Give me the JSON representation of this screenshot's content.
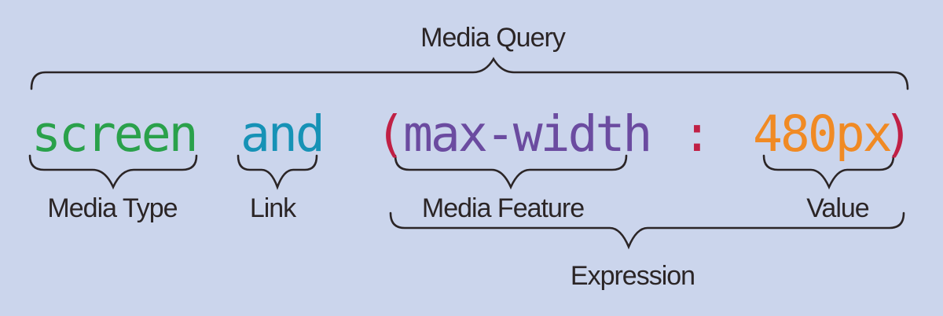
{
  "diagram_title": "Media Query",
  "colors": {
    "background": "#cbd5ec",
    "ink": "#2b2526",
    "media_type_green": "#2aa14b",
    "link_teal": "#1692b6",
    "punctuation_crimson": "#c02045",
    "media_feature_purple": "#6b4ba0",
    "value_orange": "#f08a24"
  },
  "code": {
    "full_text": "screen and (max-width : 480px)",
    "tokens": [
      {
        "text": "screen",
        "role": "media type keyword",
        "color": "#2aa14b"
      },
      {
        "text": "and",
        "role": "link keyword",
        "color": "#1692b6"
      },
      {
        "text": "(",
        "role": "open parenthesis",
        "color": "#c02045"
      },
      {
        "text": "max-width",
        "role": "media feature name",
        "color": "#6b4ba0"
      },
      {
        "text": ":",
        "role": "colon",
        "color": "#c02045"
      },
      {
        "text": "480px",
        "role": "feature value",
        "color": "#f08a24"
      },
      {
        "text": ")",
        "role": "close parenthesis",
        "color": "#c02045"
      }
    ]
  },
  "annotations": {
    "media_query": "Media Query",
    "media_type": "Media Type",
    "link": "Link",
    "media_feature": "Media Feature",
    "value": "Value",
    "expression": "Expression"
  }
}
